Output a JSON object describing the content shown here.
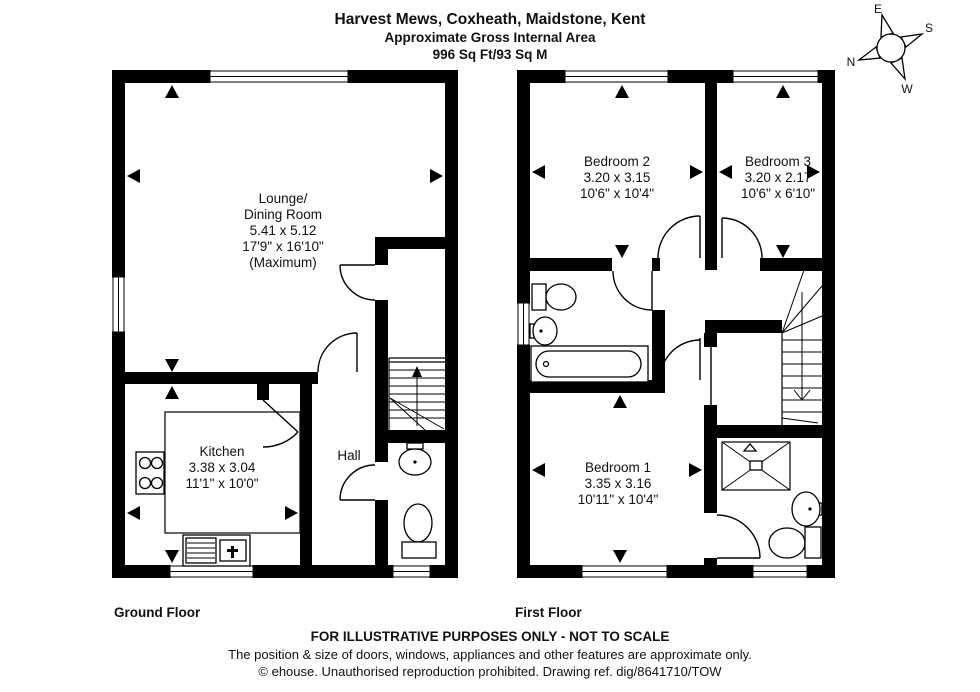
{
  "header": {
    "title": "Harvest Mews, Coxheath, Maidstone, Kent",
    "subtitle": "Approximate Gross Internal Area",
    "area": "996 Sq Ft/93 Sq M"
  },
  "compass": {
    "north": "N",
    "east": "E",
    "south": "S",
    "west": "W"
  },
  "ground_floor": {
    "label": "Ground Floor",
    "lounge": {
      "line1": "Lounge/",
      "line2": "Dining Room",
      "line3": "5.41 x 5.12",
      "line4": "17'9\" x 16'10\"",
      "line5": "(Maximum)"
    },
    "kitchen": {
      "line1": "Kitchen",
      "line2": "3.38 x 3.04",
      "line3": "11'1\" x 10'0\""
    },
    "hall": {
      "label": "Hall"
    }
  },
  "first_floor": {
    "label": "First Floor",
    "bedroom2": {
      "line1": "Bedroom 2",
      "line2": "3.20 x 3.15",
      "line3": "10'6\" x 10'4\""
    },
    "bedroom3": {
      "line1": "Bedroom 3",
      "line2": "3.20 x 2.17",
      "line3": "10'6\" x 6'10\""
    },
    "bedroom1": {
      "line1": "Bedroom 1",
      "line2": "3.35 x 3.16",
      "line3": "10'11\" x 10'4\""
    }
  },
  "footer": {
    "line1": "FOR ILLUSTRATIVE PURPOSES ONLY - NOT TO SCALE",
    "line2": "The position & size of doors, windows, appliances and other features are approximate only.",
    "line3": "© ehouse. Unauthorised reproduction prohibited. Drawing ref. dig/8641710/TOW"
  }
}
